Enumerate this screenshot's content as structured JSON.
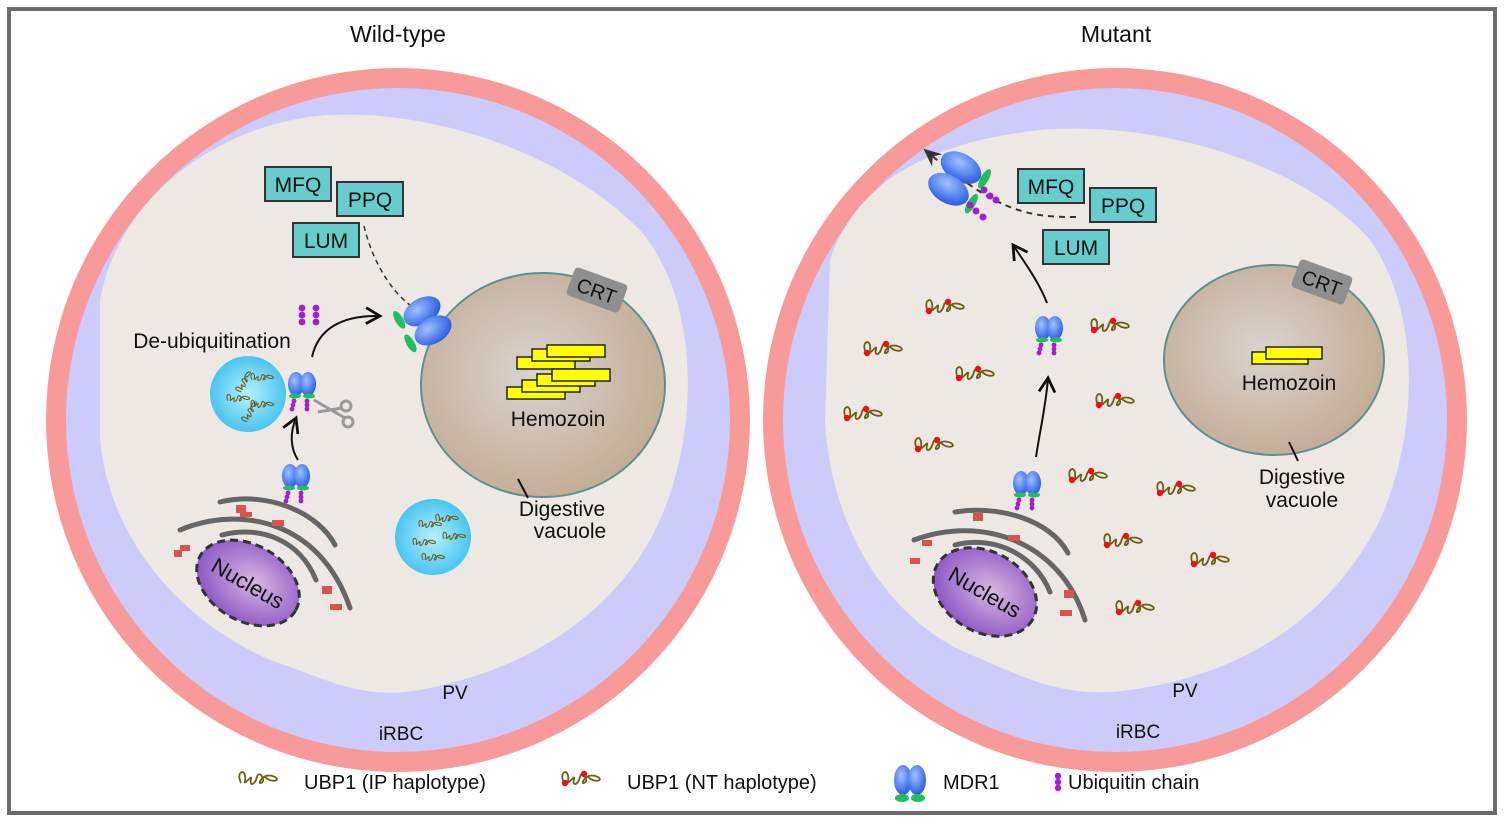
{
  "panels": [
    {
      "title": "Wild-type",
      "drugs": [
        "MFQ",
        "PPQ",
        "LUM"
      ],
      "crt_label": "CRT",
      "hemozoin_label": "Hemozoin",
      "vacuole_label_1": "Digestive",
      "vacuole_label_2": "vacuole",
      "nucleus_label": "Nucleus",
      "process_label": "De-ubiquitination",
      "pv_label": "PV",
      "irbc_label": "iRBC"
    },
    {
      "title": "Mutant",
      "drugs": [
        "MFQ",
        "PPQ",
        "LUM"
      ],
      "crt_label": "CRT",
      "hemozoin_label": "Hemozoin",
      "vacuole_label_1": "Digestive",
      "vacuole_label_2": "vacuole",
      "nucleus_label": "Nucleus",
      "pv_label": "PV",
      "irbc_label": "iRBC"
    }
  ],
  "legend": [
    {
      "icon": "ubp1-ip-icon",
      "label": "UBP1 (IP haplotype)"
    },
    {
      "icon": "ubp1-nt-icon",
      "label": "UBP1 (NT haplotype)"
    },
    {
      "icon": "mdr1-icon",
      "label": "MDR1"
    },
    {
      "icon": "ubiquitin-chain-icon",
      "label": "Ubiquitin chain"
    }
  ],
  "colors": {
    "irbc": "#f99a9a",
    "pv": "#cccbfa",
    "cytoplasm": "#ede8e4",
    "drug_box": "#66cccc",
    "hemozoin": "#ffff00",
    "vacuole": "#c7b29f",
    "mdr1": "#3a6ff0",
    "mdr1_foot": "#1fbf5f",
    "ubiquitin": "#a020d0",
    "ubp1": "#6b6015",
    "nt_marker": "#ee1111",
    "er": "#666666",
    "er_marker": "#d9534f",
    "proteasome": "#55c8f0",
    "nucleus": "#9a62c8"
  }
}
